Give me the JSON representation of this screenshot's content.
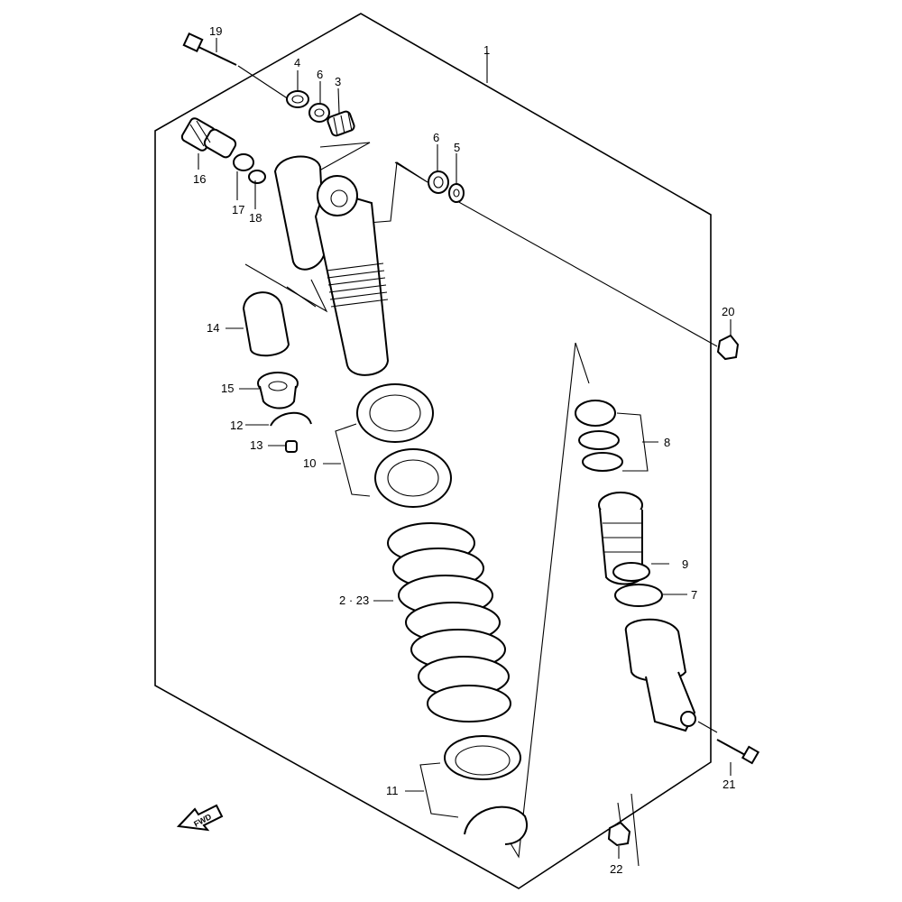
{
  "callouts": {
    "c1": "1",
    "c2_23": "2 · 23",
    "c3": "3",
    "c4": "4",
    "c5": "5",
    "c6a": "6",
    "c6b": "6",
    "c7": "7",
    "c8": "8",
    "c9": "9",
    "c10": "10",
    "c11": "11",
    "c12": "12",
    "c13": "13",
    "c14": "14",
    "c15": "15",
    "c16": "16",
    "c17": "17",
    "c18": "18",
    "c19": "19",
    "c20": "20",
    "c21": "21",
    "c22": "22"
  },
  "fwd_label": "FWD"
}
